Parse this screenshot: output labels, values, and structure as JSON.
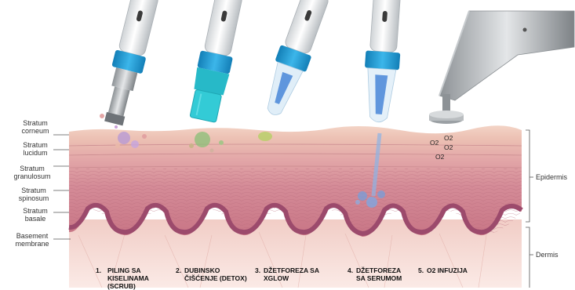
{
  "layer_labels": {
    "corneum": "Stratum\ncorneum",
    "lucidum": "Stratum\nlucidum",
    "granulosum": "Stratum\ngranulosum",
    "spinosum": "Stratum\nspinosum",
    "basale": "Stratum\nbasale",
    "basement": "Basement\nmembrane"
  },
  "region_labels": {
    "epidermis": "Epidermis",
    "dermis": "Dermis"
  },
  "steps": [
    {
      "number": "1.",
      "label": "PILING SA\nKISELINAMA\n(SCRUB)"
    },
    {
      "number": "2.",
      "label": "DUBINSKO\nČIŠĆENJE (DETOX)"
    },
    {
      "number": "3.",
      "label": "DŽETFOREZA SA\nXGLOW"
    },
    {
      "number": "4.",
      "label": "DŽETFOREZA\nSA SERUMOM"
    },
    {
      "number": "5.",
      "label": "O2 INFUZIJA"
    }
  ],
  "o2_marks": [
    "O2",
    "O2",
    "O2",
    "O2"
  ],
  "colors": {
    "accent_blue": "#1e9bd4",
    "teal_tip": "#25c2d0",
    "skin_top": "#f2cfc0",
    "epidermis": "#d9929c",
    "basal": "#a64e70",
    "dermis": "#f6d8d2"
  }
}
